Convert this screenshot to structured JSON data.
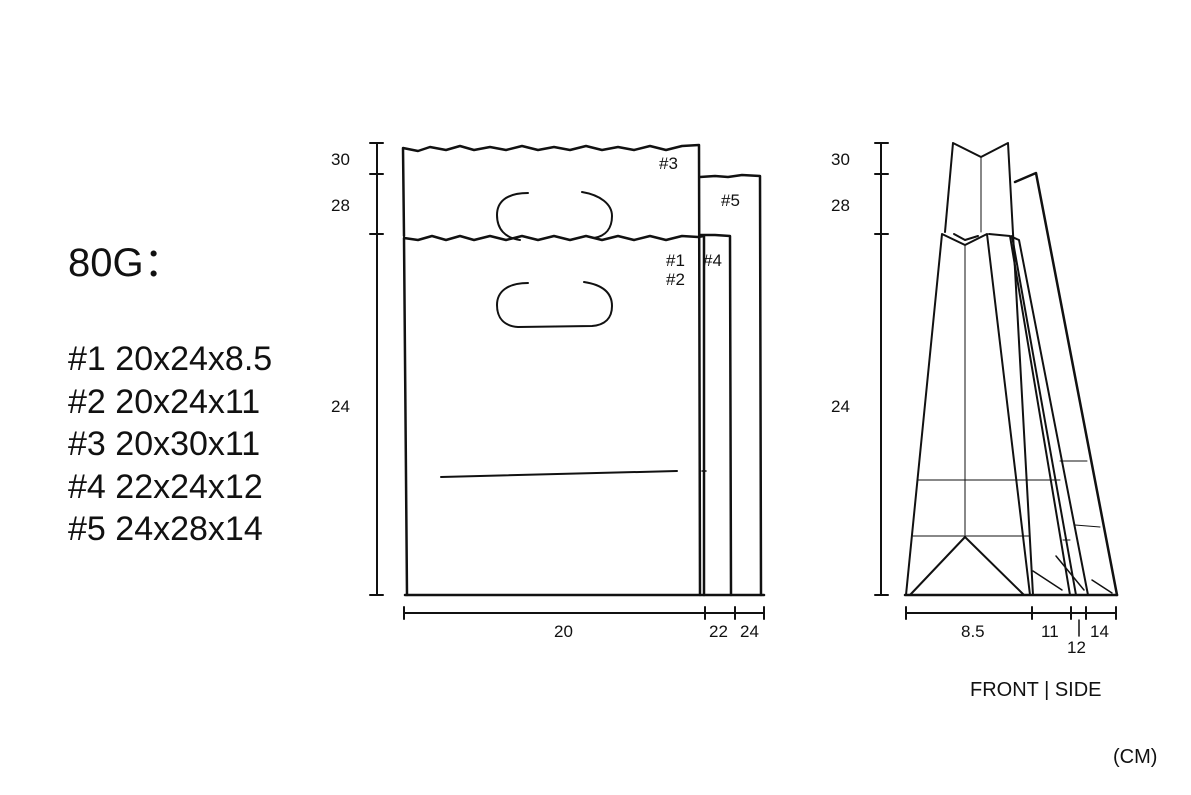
{
  "heading": "80G：",
  "sizes": [
    {
      "id": "#1",
      "dims": "20x24x8.5"
    },
    {
      "id": "#2",
      "dims": "20x24x11"
    },
    {
      "id": "#3",
      "dims": "20x30x11"
    },
    {
      "id": "#4",
      "dims": "22x24x12"
    },
    {
      "id": "#5",
      "dims": "24x28x14"
    }
  ],
  "front": {
    "height_labels": [
      "30",
      "28",
      "24"
    ],
    "width_labels": [
      "20",
      "22",
      "24"
    ],
    "bag_labels": [
      "#3",
      "#5",
      "#1",
      "#2",
      "#4"
    ]
  },
  "side": {
    "height_labels": [
      "30",
      "28",
      "24"
    ],
    "depth_labels": [
      "8.5",
      "11",
      "12",
      "14"
    ]
  },
  "caption": "FRONT | SIDE",
  "unit": "(CM)"
}
